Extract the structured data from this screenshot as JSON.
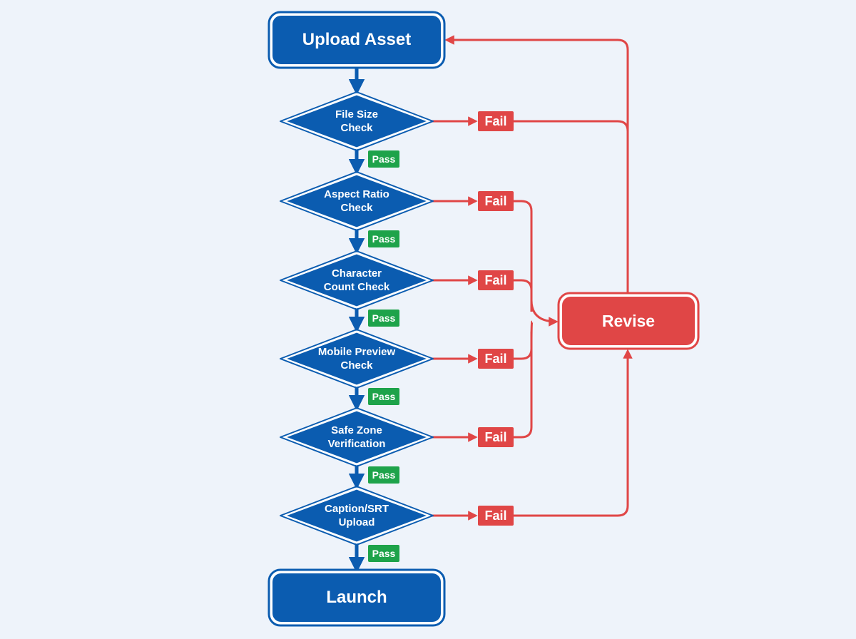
{
  "start": {
    "label": "Upload Asset"
  },
  "end": {
    "label": "Launch"
  },
  "revise": {
    "label": "Revise"
  },
  "checks": [
    {
      "label": "File Size\nCheck"
    },
    {
      "label": "Aspect Ratio\nCheck"
    },
    {
      "label": "Character\nCount Check"
    },
    {
      "label": "Mobile Preview\nCheck"
    },
    {
      "label": "Safe Zone\nVerification"
    },
    {
      "label": "Caption/SRT\nUpload"
    }
  ],
  "pass_label": "Pass",
  "fail_label": "Fail",
  "colors": {
    "blue": "#0b5cb0",
    "blue_border": "#0b5cb0",
    "red": "#e04646",
    "green": "#1ea34a",
    "background": "#eef3fa"
  }
}
